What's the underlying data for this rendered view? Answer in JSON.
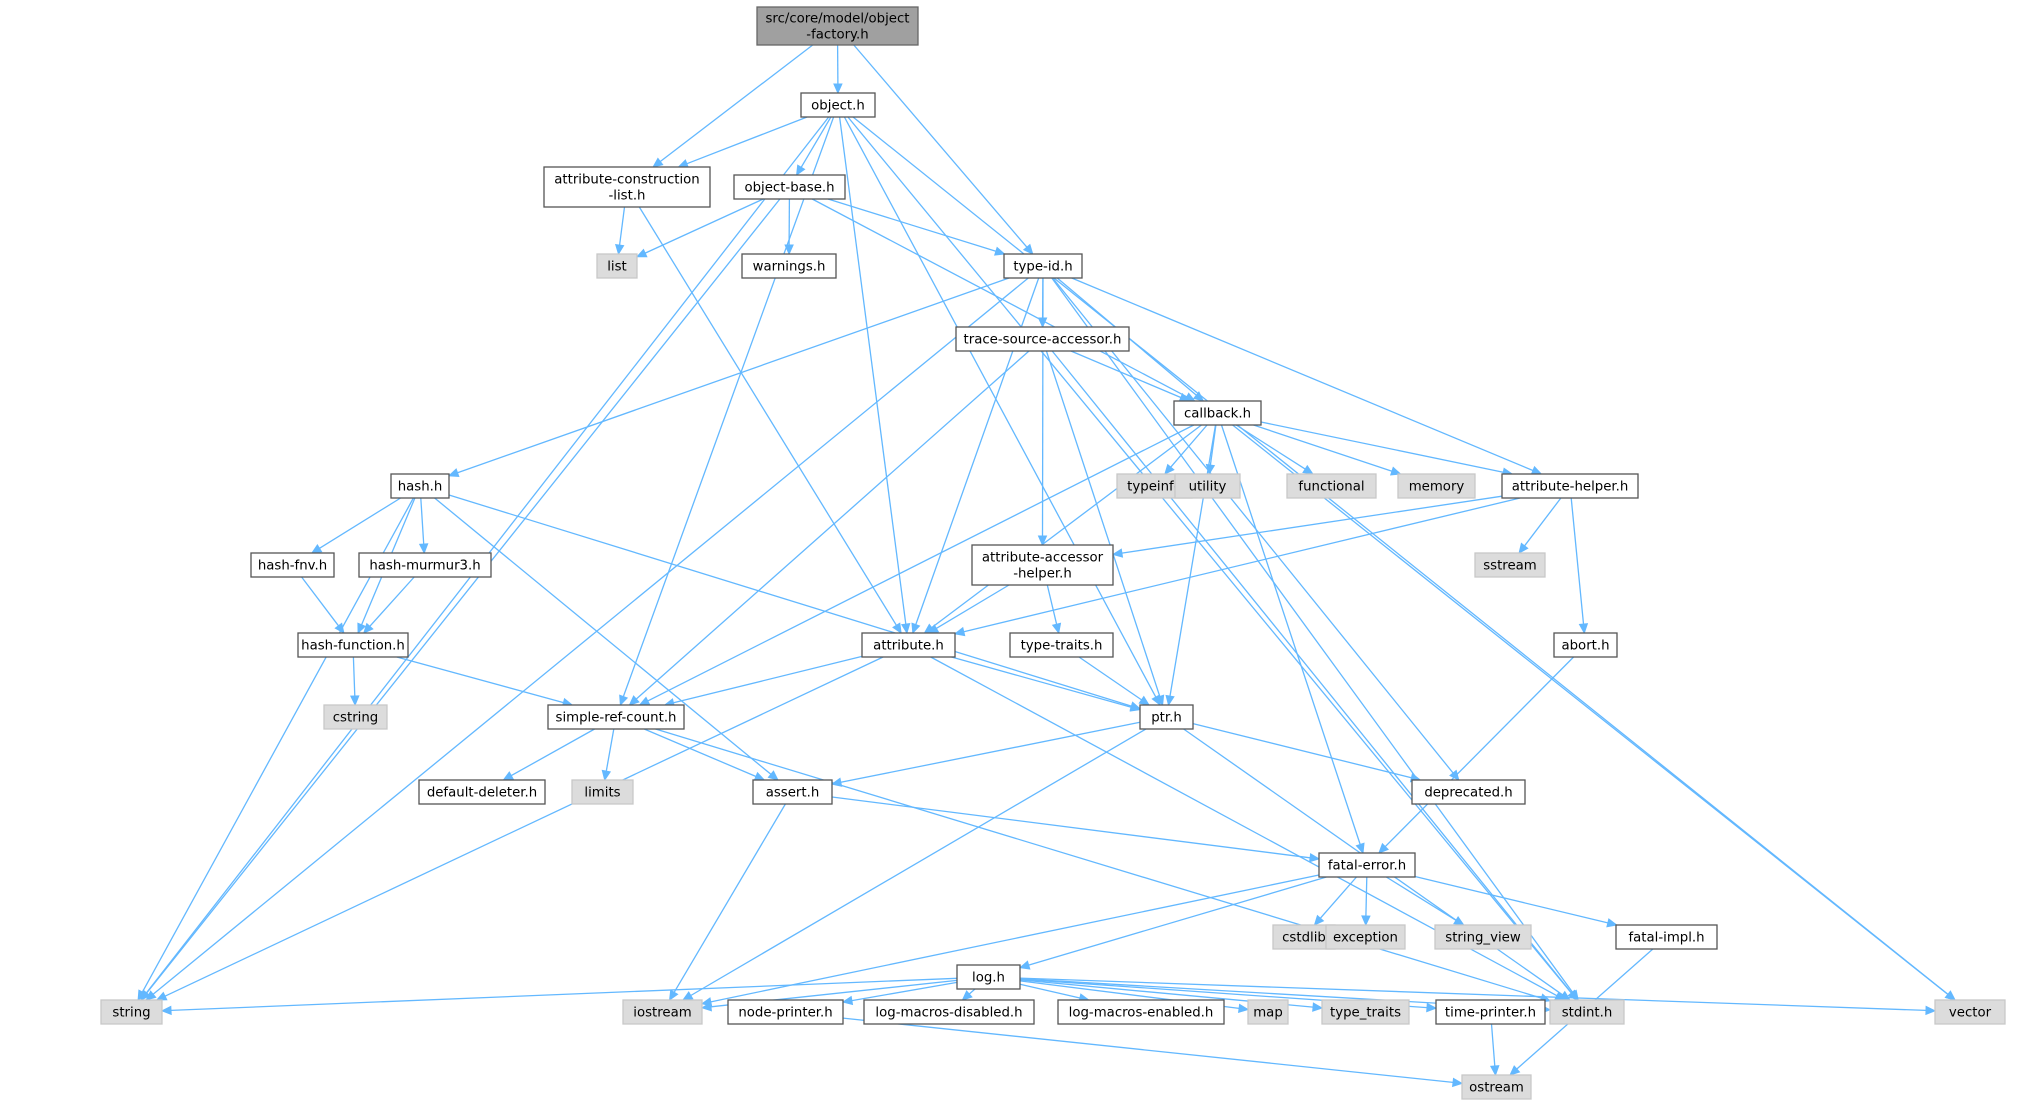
{
  "diagram": {
    "type": "include-dependency-graph",
    "colors": {
      "edge": "#63b8ff",
      "root_fill": "#a0a0a0",
      "local_fill": "#ffffff",
      "system_fill": "#dcdcdc"
    },
    "nodes": [
      {
        "id": "root",
        "kind": "root",
        "lines": [
          "src/core/model/object",
          "-factory.h"
        ]
      },
      {
        "id": "object",
        "kind": "local",
        "lines": [
          "object.h"
        ]
      },
      {
        "id": "acl",
        "kind": "local",
        "lines": [
          "attribute-construction",
          "-list.h"
        ]
      },
      {
        "id": "objbase",
        "kind": "local",
        "lines": [
          "object-base.h"
        ]
      },
      {
        "id": "list",
        "kind": "system",
        "lines": [
          "list"
        ]
      },
      {
        "id": "warnings",
        "kind": "local",
        "lines": [
          "warnings.h"
        ]
      },
      {
        "id": "typeid",
        "kind": "local",
        "lines": [
          "type-id.h"
        ]
      },
      {
        "id": "tsa",
        "kind": "local",
        "lines": [
          "trace-source-accessor.h"
        ]
      },
      {
        "id": "callback",
        "kind": "local",
        "lines": [
          "callback.h"
        ]
      },
      {
        "id": "typeinfo",
        "kind": "system",
        "lines": [
          "typeinfo"
        ]
      },
      {
        "id": "utility",
        "kind": "system",
        "lines": [
          "utility"
        ]
      },
      {
        "id": "functional",
        "kind": "system",
        "lines": [
          "functional"
        ]
      },
      {
        "id": "memory",
        "kind": "system",
        "lines": [
          "memory"
        ]
      },
      {
        "id": "attrhelper",
        "kind": "local",
        "lines": [
          "attribute-helper.h"
        ]
      },
      {
        "id": "sstream",
        "kind": "system",
        "lines": [
          "sstream"
        ]
      },
      {
        "id": "hash",
        "kind": "local",
        "lines": [
          "hash.h"
        ]
      },
      {
        "id": "hashfnv",
        "kind": "local",
        "lines": [
          "hash-fnv.h"
        ]
      },
      {
        "id": "hashmm3",
        "kind": "local",
        "lines": [
          "hash-murmur3.h"
        ]
      },
      {
        "id": "aah",
        "kind": "local",
        "lines": [
          "attribute-accessor",
          "-helper.h"
        ]
      },
      {
        "id": "hashfunc",
        "kind": "local",
        "lines": [
          "hash-function.h"
        ]
      },
      {
        "id": "cstring",
        "kind": "system",
        "lines": [
          "cstring"
        ]
      },
      {
        "id": "attribute",
        "kind": "local",
        "lines": [
          "attribute.h"
        ]
      },
      {
        "id": "typetraitsh",
        "kind": "local",
        "lines": [
          "type-traits.h"
        ]
      },
      {
        "id": "abort",
        "kind": "local",
        "lines": [
          "abort.h"
        ]
      },
      {
        "id": "src",
        "kind": "local",
        "lines": [
          "simple-ref-count.h"
        ]
      },
      {
        "id": "ptr",
        "kind": "local",
        "lines": [
          "ptr.h"
        ]
      },
      {
        "id": "defdel",
        "kind": "local",
        "lines": [
          "default-deleter.h"
        ]
      },
      {
        "id": "limits",
        "kind": "system",
        "lines": [
          "limits"
        ]
      },
      {
        "id": "assert",
        "kind": "local",
        "lines": [
          "assert.h"
        ]
      },
      {
        "id": "deprecated",
        "kind": "local",
        "lines": [
          "deprecated.h"
        ]
      },
      {
        "id": "fatalerr",
        "kind": "local",
        "lines": [
          "fatal-error.h"
        ]
      },
      {
        "id": "cstdlib",
        "kind": "system",
        "lines": [
          "cstdlib"
        ]
      },
      {
        "id": "exception",
        "kind": "system",
        "lines": [
          "exception"
        ]
      },
      {
        "id": "string_view",
        "kind": "system",
        "lines": [
          "string_view"
        ]
      },
      {
        "id": "fatalimpl",
        "kind": "local",
        "lines": [
          "fatal-impl.h"
        ]
      },
      {
        "id": "log",
        "kind": "local",
        "lines": [
          "log.h"
        ]
      },
      {
        "id": "string",
        "kind": "system",
        "lines": [
          "string"
        ]
      },
      {
        "id": "iostream",
        "kind": "system",
        "lines": [
          "iostream"
        ]
      },
      {
        "id": "nodeprinter",
        "kind": "local",
        "lines": [
          "node-printer.h"
        ]
      },
      {
        "id": "lmd",
        "kind": "local",
        "lines": [
          "log-macros-disabled.h"
        ]
      },
      {
        "id": "lme",
        "kind": "local",
        "lines": [
          "log-macros-enabled.h"
        ]
      },
      {
        "id": "map",
        "kind": "system",
        "lines": [
          "map"
        ]
      },
      {
        "id": "type_traits",
        "kind": "system",
        "lines": [
          "type_traits"
        ]
      },
      {
        "id": "timeprinter",
        "kind": "local",
        "lines": [
          "time-printer.h"
        ]
      },
      {
        "id": "stdint",
        "kind": "system",
        "lines": [
          "stdint.h"
        ]
      },
      {
        "id": "vector",
        "kind": "system",
        "lines": [
          "vector"
        ]
      },
      {
        "id": "ostream",
        "kind": "system",
        "lines": [
          "ostream"
        ]
      }
    ],
    "edges": [
      [
        "root",
        "object"
      ],
      [
        "root",
        "acl"
      ],
      [
        "root",
        "typeid"
      ],
      [
        "object",
        "acl"
      ],
      [
        "object",
        "objbase"
      ],
      [
        "object",
        "attribute"
      ],
      [
        "object",
        "src"
      ],
      [
        "object",
        "ptr"
      ],
      [
        "object",
        "string"
      ],
      [
        "object",
        "stdint"
      ],
      [
        "object",
        "vector"
      ],
      [
        "acl",
        "list"
      ],
      [
        "acl",
        "attribute"
      ],
      [
        "objbase",
        "list"
      ],
      [
        "objbase",
        "warnings"
      ],
      [
        "objbase",
        "typeid"
      ],
      [
        "objbase",
        "callback"
      ],
      [
        "objbase",
        "string"
      ],
      [
        "typeid",
        "tsa"
      ],
      [
        "typeid",
        "callback"
      ],
      [
        "typeid",
        "hash"
      ],
      [
        "typeid",
        "aah"
      ],
      [
        "typeid",
        "attrhelper"
      ],
      [
        "typeid",
        "attribute"
      ],
      [
        "typeid",
        "deprecated"
      ],
      [
        "typeid",
        "string"
      ],
      [
        "typeid",
        "stdint"
      ],
      [
        "tsa",
        "callback"
      ],
      [
        "tsa",
        "src"
      ],
      [
        "tsa",
        "ptr"
      ],
      [
        "tsa",
        "stdint"
      ],
      [
        "callback",
        "typeinfo"
      ],
      [
        "callback",
        "utility"
      ],
      [
        "callback",
        "functional"
      ],
      [
        "callback",
        "memory"
      ],
      [
        "callback",
        "attrhelper"
      ],
      [
        "callback",
        "attribute"
      ],
      [
        "callback",
        "src"
      ],
      [
        "callback",
        "ptr"
      ],
      [
        "callback",
        "fatalerr"
      ],
      [
        "callback",
        "vector"
      ],
      [
        "attrhelper",
        "sstream"
      ],
      [
        "attrhelper",
        "abort"
      ],
      [
        "attrhelper",
        "aah"
      ],
      [
        "attrhelper",
        "attribute"
      ],
      [
        "hash",
        "hashfnv"
      ],
      [
        "hash",
        "hashmm3"
      ],
      [
        "hash",
        "hashfunc"
      ],
      [
        "hash",
        "assert"
      ],
      [
        "hash",
        "ptr"
      ],
      [
        "hash",
        "string"
      ],
      [
        "hashfnv",
        "hashfunc"
      ],
      [
        "hashmm3",
        "hashfunc"
      ],
      [
        "hashfunc",
        "cstring"
      ],
      [
        "hashfunc",
        "src"
      ],
      [
        "aah",
        "attribute"
      ],
      [
        "aah",
        "typetraitsh"
      ],
      [
        "typetraitsh",
        "ptr"
      ],
      [
        "attribute",
        "src"
      ],
      [
        "attribute",
        "ptr"
      ],
      [
        "attribute",
        "string"
      ],
      [
        "attribute",
        "stdint"
      ],
      [
        "abort",
        "fatalerr"
      ],
      [
        "src",
        "defdel"
      ],
      [
        "src",
        "limits"
      ],
      [
        "src",
        "assert"
      ],
      [
        "src",
        "stdint"
      ],
      [
        "ptr",
        "assert"
      ],
      [
        "ptr",
        "deprecated"
      ],
      [
        "ptr",
        "iostream"
      ],
      [
        "ptr",
        "stdint"
      ],
      [
        "assert",
        "fatalerr"
      ],
      [
        "assert",
        "iostream"
      ],
      [
        "fatalerr",
        "cstdlib"
      ],
      [
        "fatalerr",
        "exception"
      ],
      [
        "fatalerr",
        "string_view"
      ],
      [
        "fatalerr",
        "fatalimpl"
      ],
      [
        "fatalerr",
        "log"
      ],
      [
        "fatalerr",
        "iostream"
      ],
      [
        "fatalimpl",
        "ostream"
      ],
      [
        "log",
        "string"
      ],
      [
        "log",
        "iostream"
      ],
      [
        "log",
        "nodeprinter"
      ],
      [
        "log",
        "lmd"
      ],
      [
        "log",
        "lme"
      ],
      [
        "log",
        "map"
      ],
      [
        "log",
        "type_traits"
      ],
      [
        "log",
        "timeprinter"
      ],
      [
        "log",
        "stdint"
      ],
      [
        "log",
        "vector"
      ],
      [
        "nodeprinter",
        "ostream"
      ],
      [
        "timeprinter",
        "ostream"
      ]
    ]
  }
}
